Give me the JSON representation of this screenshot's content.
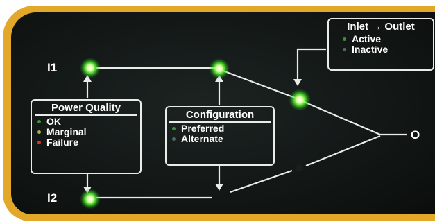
{
  "inputs": {
    "i1": "I1",
    "i2": "I2"
  },
  "output": {
    "label": "O"
  },
  "power_quality": {
    "title": "Power Quality",
    "items": [
      {
        "label": "OK",
        "color": "#3e8f3a"
      },
      {
        "label": "Marginal",
        "color": "#a8b436"
      },
      {
        "label": "Failure",
        "color": "#d2332a"
      }
    ]
  },
  "configuration": {
    "title": "Configuration",
    "items": [
      {
        "label": "Preferred",
        "color": "#3e8f3a"
      },
      {
        "label": "Alternate",
        "color": "#4d6b63"
      }
    ]
  },
  "inlet_outlet": {
    "title": "Inlet → Outlet",
    "items": [
      {
        "label": "Active",
        "color": "#3e8f3a"
      },
      {
        "label": "Inactive",
        "color": "#4d6b63"
      }
    ]
  },
  "colors": {
    "led_on": "#d8ff9a",
    "led_glow": "#4cff2a",
    "trace": "#e9ece9",
    "bezel": "#e3a82a"
  }
}
